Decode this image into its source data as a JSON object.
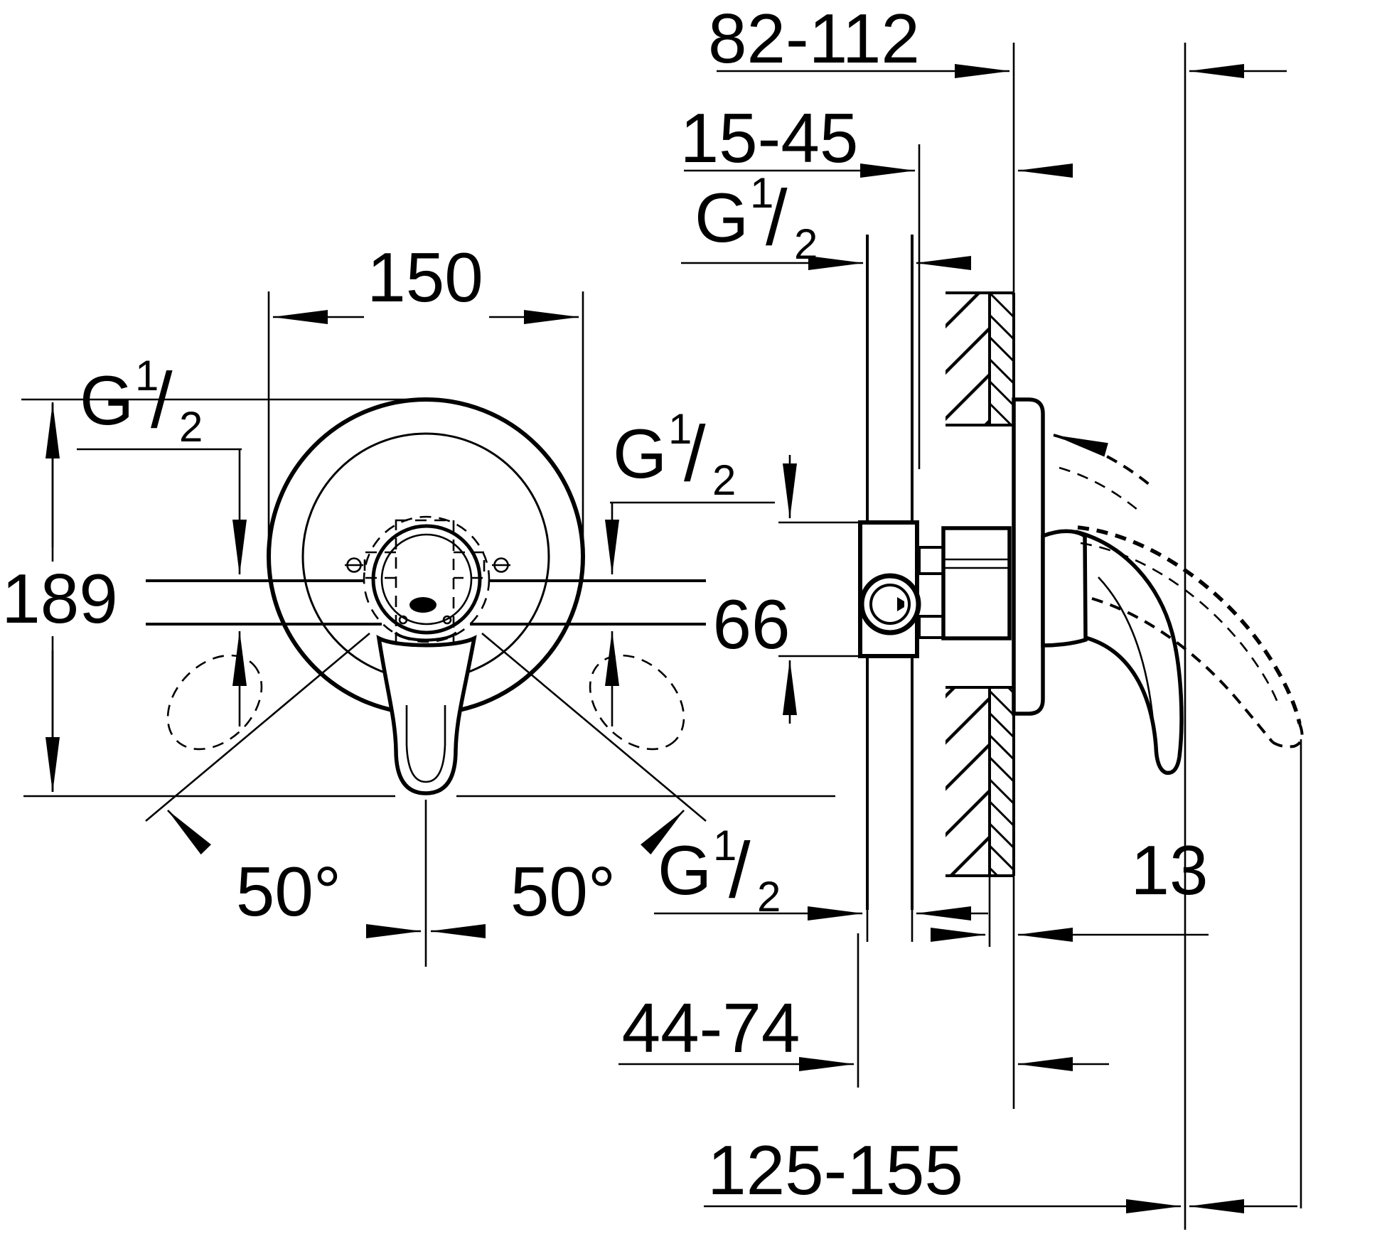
{
  "colors": {
    "ink": "#000000",
    "paper": "#ffffff"
  },
  "thread_label": {
    "g": "G",
    "numerator": "1",
    "slash": "/",
    "denominator": "2"
  },
  "front_view": {
    "escutcheon_diameter": "150",
    "overall_height": "189",
    "swing_left": "50°",
    "swing_right": "50°"
  },
  "side_view": {
    "wall_to_handle": "82-112",
    "embedment_depth": "15-45",
    "valve_body_height": "66",
    "tile_thickness": "13",
    "pipe_end_to_wall": "44-74",
    "overall_depth": "125-155"
  }
}
